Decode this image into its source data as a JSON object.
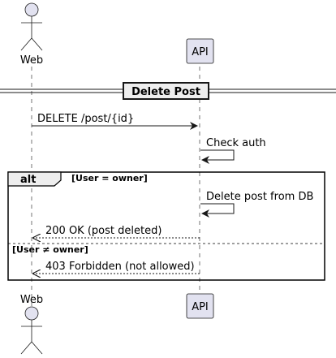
{
  "participants": {
    "web": "Web",
    "api": "API"
  },
  "divider": {
    "title": "Delete Post"
  },
  "messages": {
    "delete_request": "DELETE /post/{id}",
    "check_auth": "Check auth",
    "delete_from_db": "Delete post from DB",
    "ok_response": "200 OK (post deleted)",
    "forbidden_response": "403 Forbidden (not allowed)"
  },
  "alt": {
    "keyword": "alt",
    "guard_owner": "[User = owner]",
    "guard_not_owner": "[User ≠ owner]"
  },
  "colors": {
    "participant_fill": "#E2E2F0",
    "participant_stroke": "#181818",
    "divider_fill": "#EEEEEE",
    "lifeline": "#181818"
  }
}
